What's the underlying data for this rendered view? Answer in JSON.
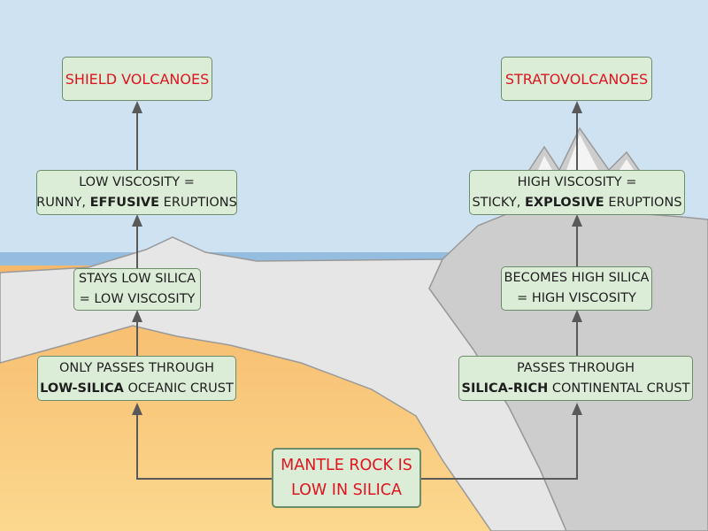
{
  "left_column": {
    "top": "SHIELD VOLCANOES",
    "viscosity": {
      "line1": "LOW VISCOSITY =",
      "line2_pre": "RUNNY, ",
      "line2_bold": "EFFUSIVE",
      "line2_post": " ERUPTIONS"
    },
    "silica": {
      "line1": "STAYS LOW SILICA",
      "line2": "= LOW VISCOSITY"
    },
    "crust": {
      "line1": "ONLY PASSES THROUGH",
      "line2_bold": "LOW-SILICA",
      "line2_post": " OCEANIC CRUST"
    }
  },
  "right_column": {
    "top": "STRATOVOLCANOES",
    "viscosity": {
      "line1": "HIGH VISCOSITY =",
      "line2_pre": "STICKY, ",
      "line2_bold": "EXPLOSIVE",
      "line2_post": " ERUPTIONS"
    },
    "silica": {
      "line1": "BECOMES HIGH SILICA",
      "line2": "= HIGH VISCOSITY"
    },
    "crust": {
      "line1": "PASSES THROUGH",
      "line2_bold": "SILICA-RICH",
      "line2_post": " CONTINENTAL CRUST"
    }
  },
  "source": {
    "line1": "MANTLE ROCK IS",
    "line2": "LOW IN SILICA"
  },
  "colors": {
    "sky": "#cfe2f2",
    "ocean": "#94bde0",
    "mantle": "#fad084",
    "oceanic_crust": "#e6e6e6",
    "continental_crust": "#cdcdcd",
    "box_fill": "#dcedd7",
    "box_border": "#6c8c6a",
    "highlight_text": "#e0141e",
    "arrow": "#595959"
  }
}
